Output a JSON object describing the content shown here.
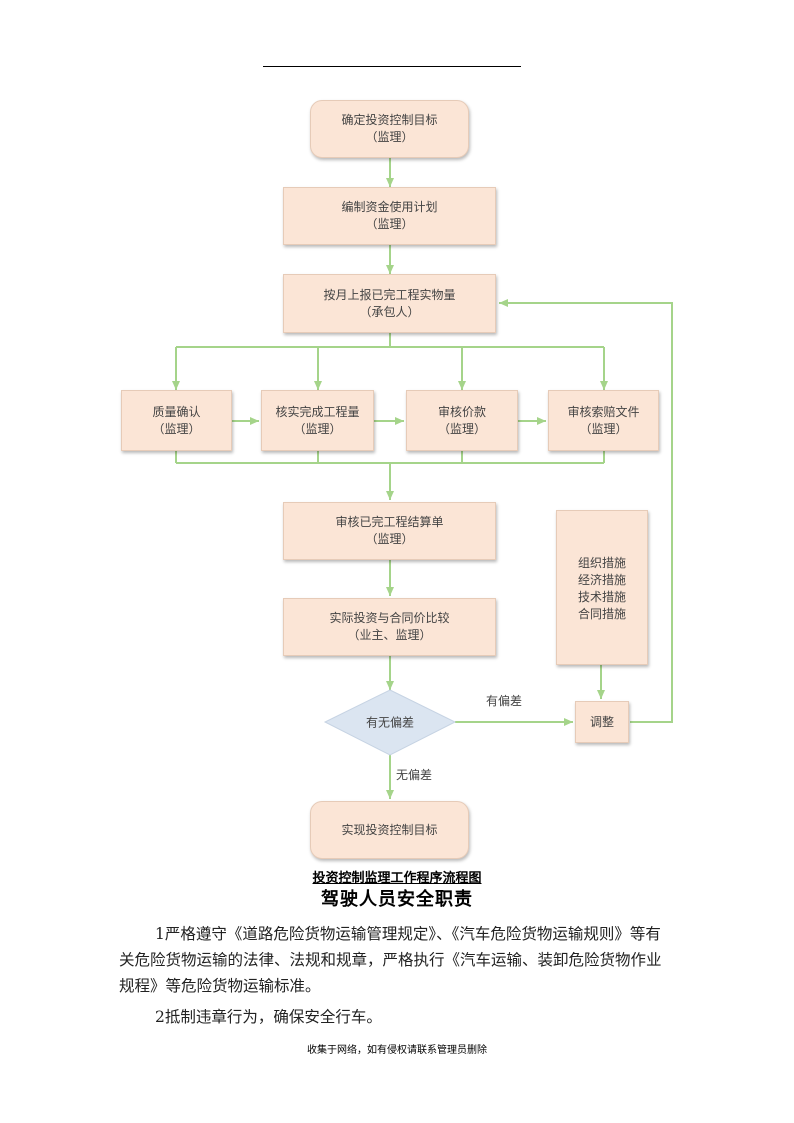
{
  "flowchart": {
    "nodes": {
      "set_target": [
        "确定投资控制目标",
        "（监理）"
      ],
      "fund_plan": [
        "编制资金使用计划",
        "（监理）"
      ],
      "monthly_report": [
        "按月上报已完工程实物量",
        "（承包人）"
      ],
      "quality_confirm": [
        "质量确认",
        "（监理）"
      ],
      "verify_quantity": [
        "核实完成工程量",
        "（监理）"
      ],
      "review_payment": [
        "审核价款",
        "（监理）"
      ],
      "review_claims": [
        "审核索赔文件",
        "（监理）"
      ],
      "review_settlement": [
        "审核已完工程结算单",
        "（监理）"
      ],
      "compare": [
        "实际投资与合同价比较",
        "（业主、监理）"
      ],
      "deviation_check": "有无偏差",
      "measures": [
        "组织措施",
        "经济措施",
        "技术措施",
        "合同措施"
      ],
      "adjust": "调整",
      "achieve_target": "实现投资控制目标"
    },
    "edge_labels": {
      "has_deviation": "有偏差",
      "no_deviation": "无偏差"
    },
    "caption": "投资控制监理工作程序流程图",
    "colors": {
      "box_fill": "#fbe5d6",
      "diamond_fill": "#dbe5f1",
      "arrow": "#a5d48a"
    }
  },
  "document": {
    "title": "驾驶人员安全职责",
    "paragraphs": [
      "1严格遵守《道路危险货物运输管理规定》、《汽车危险货物运输规则》等有关危险货物运输的法律、法规和规章，严格执行《汽车运输、装卸危险货物作业规程》等危险货物运输标准。",
      "2抵制违章行为，确保安全行车。"
    ],
    "footer": "收集于网络，如有侵权请联系管理员删除"
  }
}
